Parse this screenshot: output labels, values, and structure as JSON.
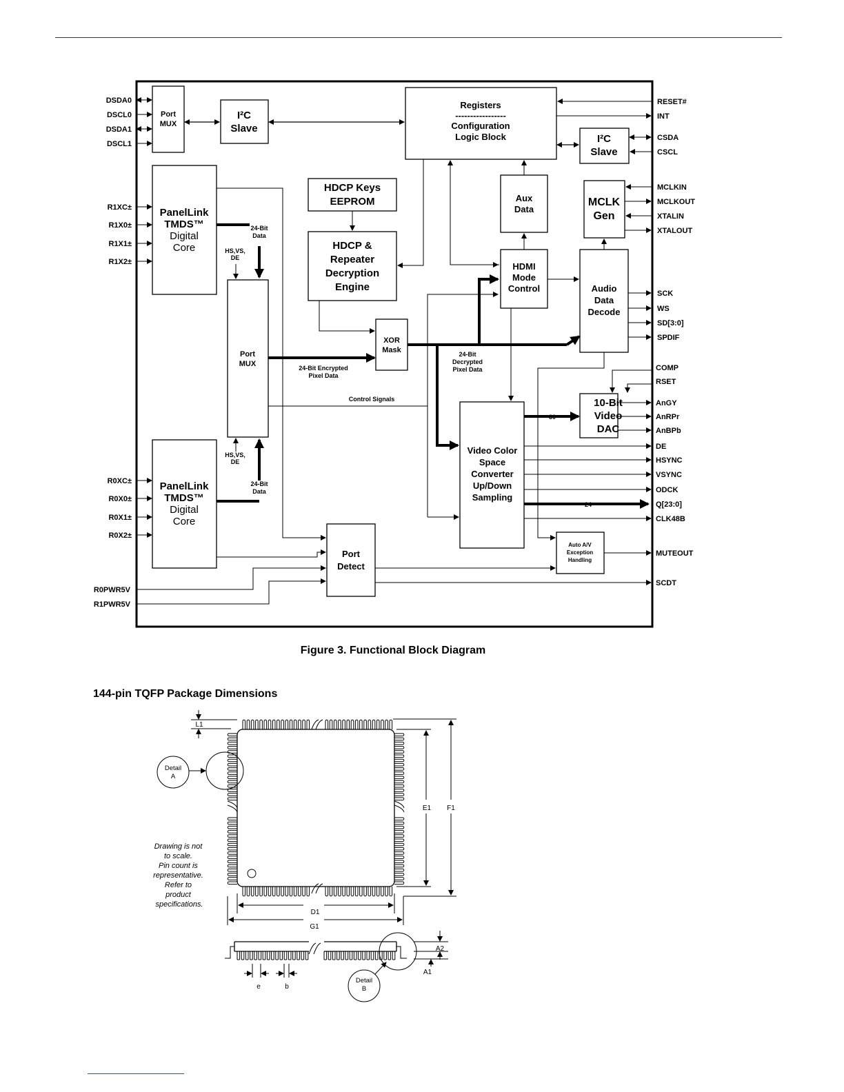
{
  "figure": {
    "caption": "Figure 3. Functional Block Diagram",
    "left_pins": [
      "DSDA0",
      "DSCL0",
      "DSDA1",
      "DSCL1",
      "R1XC±",
      "R1X0±",
      "R1X1±",
      "R1X2±",
      "R0XC±",
      "R0X0±",
      "R0X1±",
      "R0X2±",
      "R0PWR5V",
      "R1PWR5V"
    ],
    "right_pins": [
      "RESET#",
      "INT",
      "CSDA",
      "CSCL",
      "MCLKIN",
      "MCLKOUT",
      "XTALIN",
      "XTALOUT",
      "SCK",
      "WS",
      "SD[3:0]",
      "SPDIF",
      "COMP",
      "RSET",
      "AnGY",
      "AnRPr",
      "AnBPb",
      "DE",
      "HSYNC",
      "VSYNC",
      "ODCK",
      "Q[23:0]",
      "CLK48B",
      "MUTEOUT",
      "SCDT"
    ],
    "blocks": {
      "port_mux_top": [
        "Port",
        "MUX"
      ],
      "i2c_slave_left": [
        "I²C",
        "Slave"
      ],
      "registers": [
        "Registers",
        "-----------------",
        "Configuration",
        "Logic Block"
      ],
      "i2c_slave_right": [
        "I²C",
        "Slave"
      ],
      "hdcp_keys": [
        "HDCP Keys",
        "EEPROM"
      ],
      "aux_data": [
        "Aux",
        "Data"
      ],
      "mclk_gen": [
        "MCLK",
        "Gen"
      ],
      "panellink_top": [
        "PanelLink",
        "TMDS™",
        "Digital",
        "Core"
      ],
      "hdcp_engine": [
        "HDCP &",
        "Repeater",
        "Decryption",
        "Engine"
      ],
      "hdmi_mode": [
        "HDMI",
        "Mode",
        "Control"
      ],
      "audio_decode": [
        "Audio",
        "Data",
        "Decode"
      ],
      "port_mux_mid": [
        "Port",
        "MUX"
      ],
      "xor_mask": [
        "XOR",
        "Mask"
      ],
      "dac": [
        "10-Bit",
        "Video",
        "DAC"
      ],
      "video_csc": [
        "Video Color",
        "Space",
        "Converter",
        "Up/Down",
        "Sampling"
      ],
      "panellink_bottom": [
        "PanelLink",
        "TMDS™",
        "Digital",
        "Core"
      ],
      "port_detect": [
        "Port",
        "Detect"
      ],
      "auto_av": [
        "Auto A/V",
        "Exception",
        "Handling"
      ]
    },
    "labels": {
      "data24_top": [
        "24-Bit",
        "Data"
      ],
      "hsvsde_top": [
        "HS,VS,",
        "DE"
      ],
      "hsvsde_bottom": [
        "HS,VS,",
        "DE"
      ],
      "data24_bottom": [
        "24-Bit",
        "Data"
      ],
      "encrypted": [
        "24-Bit Encrypted",
        "Pixel Data"
      ],
      "decrypted": [
        "24-Bit",
        "Decrypted",
        "Pixel Data"
      ],
      "control_signals": "Control Signals",
      "bus30": "30",
      "bus24": "24"
    }
  },
  "package": {
    "title": "144-pin TQFP Package Dimensions",
    "note": [
      "Drawing is not",
      "to scale.",
      "Pin count is",
      "representative.",
      "Refer to",
      "product",
      "specifications."
    ],
    "detail_a": [
      "Detail",
      "A"
    ],
    "detail_b": [
      "Detail",
      "B"
    ],
    "dims": {
      "L1": "L1",
      "E1": "E1",
      "F1": "F1",
      "D1": "D1",
      "G1": "G1",
      "A2": "A2",
      "A1": "A1",
      "e": "e",
      "b": "b"
    }
  }
}
